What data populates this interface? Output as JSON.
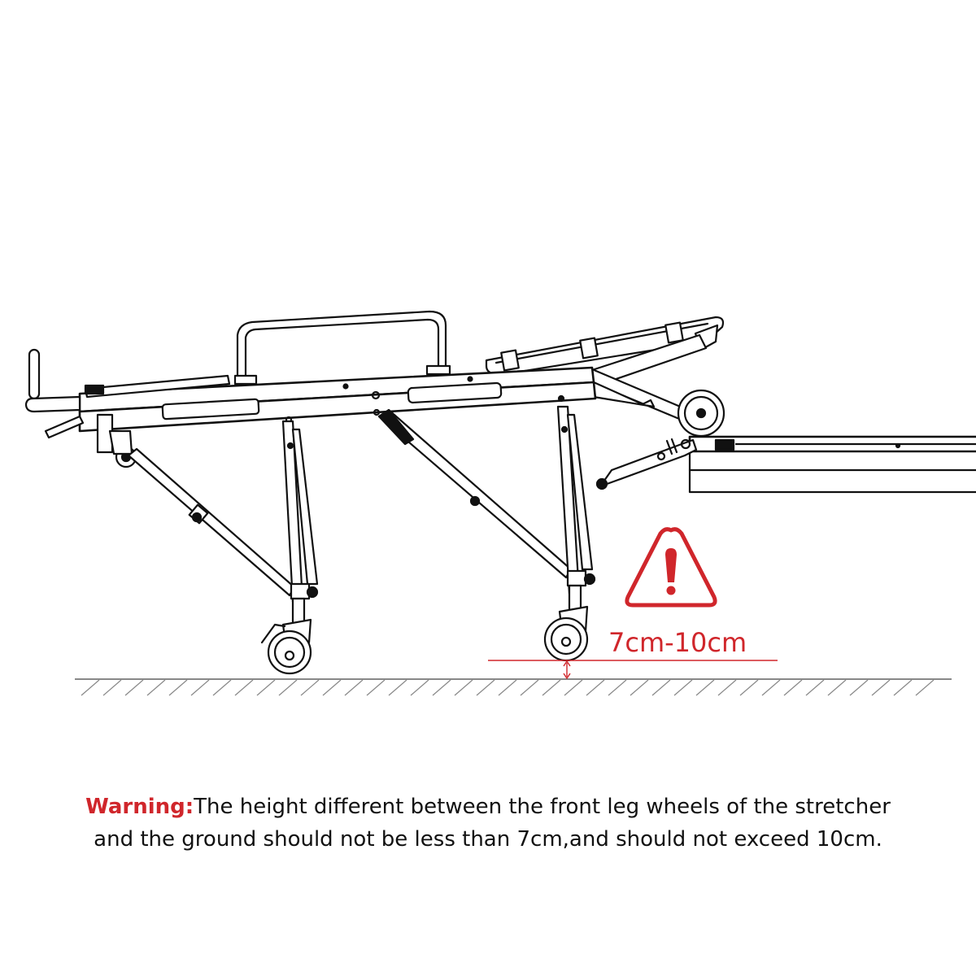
{
  "diagram": {
    "subject": "ambulance stretcher loading onto vehicle platform (side view)",
    "measurement": {
      "label": "7cm-10cm",
      "color": "#d0262b"
    },
    "warning_icon": "warning-triangle-icon",
    "ground_color": "#888888",
    "line_color": "#111111"
  },
  "caption": {
    "warning_label": "Warning:",
    "line1": "The height different between the front leg wheels of the stretcher",
    "line2": "and the ground should not be less than 7cm,and should not exceed 10cm."
  }
}
